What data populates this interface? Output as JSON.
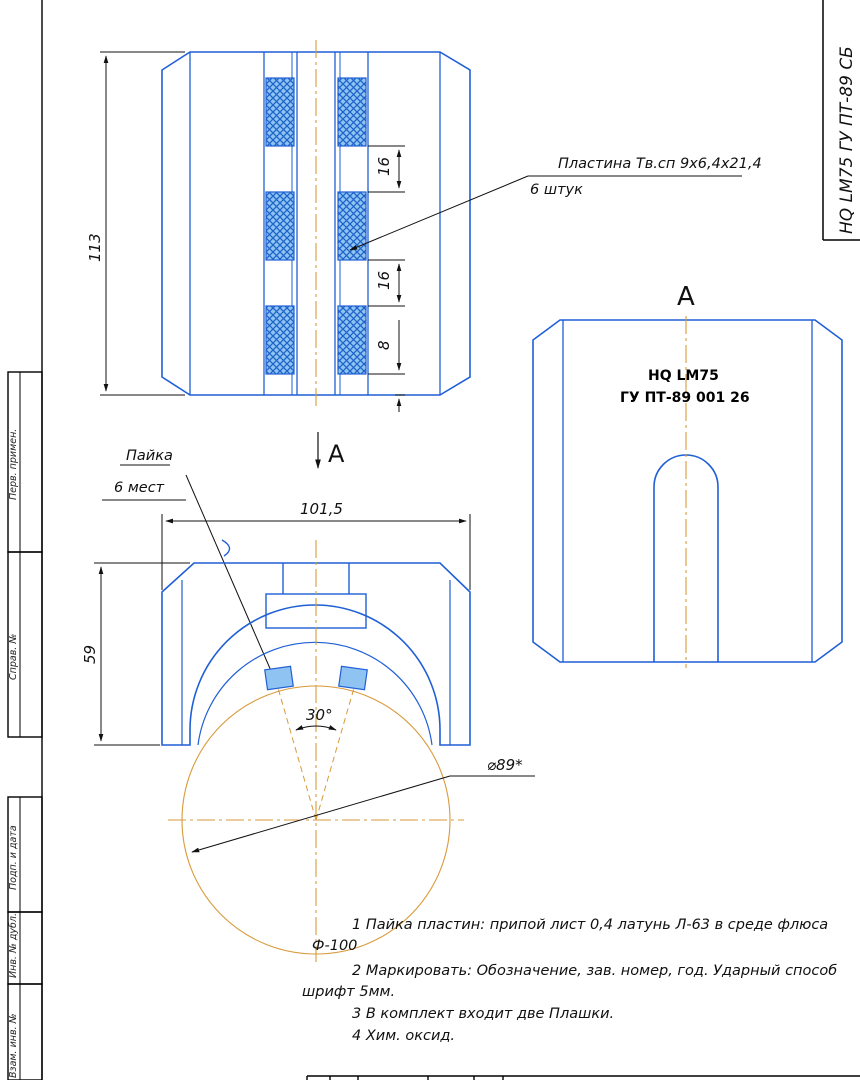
{
  "drawing": {
    "code_vertical": "HQ LM75 ГУ ПТ-89 СБ",
    "section_letter": "А",
    "view_letter": "А"
  },
  "top_view": {
    "dim_height": "113",
    "dim_gap_1": "16",
    "dim_gap_2": "16",
    "dim_plate": "8"
  },
  "leaders": {
    "plate_line1": "Пластина Тв.сп 9х6,4х21,4",
    "plate_line2": "6 штук",
    "solder_line1": "Пайка",
    "solder_line2": "6 мест"
  },
  "front_view": {
    "dim_width": "101,5",
    "dim_height": "59",
    "angle": "30°",
    "diameter": "⌀89*"
  },
  "marking": {
    "line1": "HQ LM75",
    "line2": "ГУ ПТ-89 001 26"
  },
  "notes": {
    "n1": "1 Пайка пластин: припой лист 0,4 латунь Л-63 в среде флюса",
    "n1b": "Ф-100",
    "n2": "2 Маркировать: Обозначение, зав. номер, год. Ударный способ",
    "n2b": "шрифт 5мм.",
    "n3": "3 В комплект входит две Плашки.",
    "n4": "4 Хим. оксид."
  },
  "side_stamps": {
    "s1": "Перв. примен.",
    "s2": "Справ. №",
    "s3": "Подп. и дата",
    "s4": "Инв. № дубл.",
    "s5": "Взам. инв. №"
  },
  "colors": {
    "outline": "#1f5fd6",
    "hatch": "#2b80e0",
    "axis": "#d89a3a",
    "dim": "#111111"
  }
}
